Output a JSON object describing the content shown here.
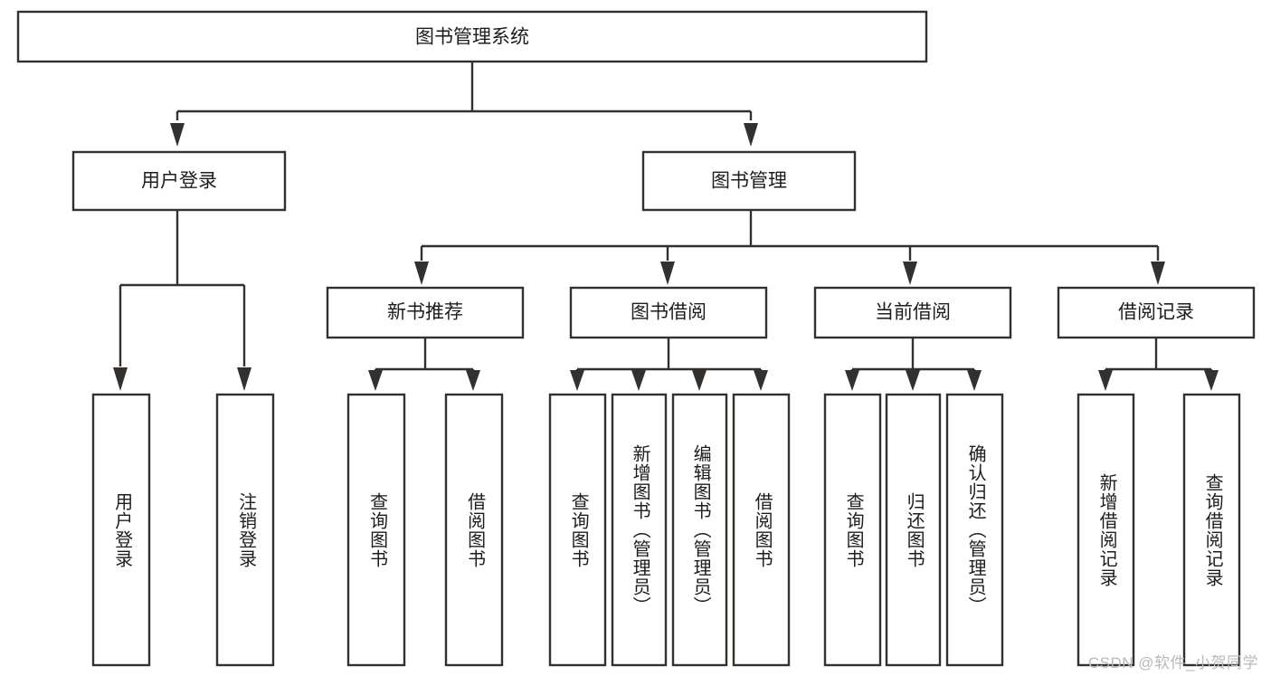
{
  "diagram": {
    "title": "图书管理系统",
    "type": "tree",
    "watermark": "CSDN @软件_小贺同学",
    "colors": {
      "stroke": "#33302e",
      "fill": "#ffffff",
      "text": "#1d1d1d",
      "watermark": "#b9b9b9"
    },
    "levels": {
      "root": {
        "label": "图书管理系统"
      },
      "level2": [
        {
          "id": "user-login",
          "label": "用户登录"
        },
        {
          "id": "book-manage",
          "label": "图书管理"
        }
      ],
      "level3": [
        {
          "id": "new-book-recommend",
          "label": "新书推荐",
          "parent": "book-manage"
        },
        {
          "id": "book-borrow",
          "label": "图书借阅",
          "parent": "book-manage"
        },
        {
          "id": "current-borrow",
          "label": "当前借阅",
          "parent": "book-manage"
        },
        {
          "id": "borrow-record",
          "label": "借阅记录",
          "parent": "book-manage"
        }
      ],
      "leaves": [
        {
          "id": "leaf-user-login",
          "label": "用户登录",
          "parent": "user-login"
        },
        {
          "id": "leaf-logout-login",
          "label": "注销登录",
          "parent": "user-login"
        },
        {
          "id": "leaf-query-book-1",
          "label": "查询图书",
          "parent": "new-book-recommend"
        },
        {
          "id": "leaf-borrow-book-1",
          "label": "借阅图书",
          "parent": "new-book-recommend"
        },
        {
          "id": "leaf-query-book-2",
          "label": "查询图书",
          "parent": "book-borrow"
        },
        {
          "id": "leaf-add-book",
          "label": "新增图书（管理员）",
          "parent": "book-borrow"
        },
        {
          "id": "leaf-edit-book",
          "label": "编辑图书（管理员）",
          "parent": "book-borrow"
        },
        {
          "id": "leaf-borrow-book-2",
          "label": "借阅图书",
          "parent": "book-borrow"
        },
        {
          "id": "leaf-query-book-3",
          "label": "查询图书",
          "parent": "current-borrow"
        },
        {
          "id": "leaf-return-book",
          "label": "归还图书",
          "parent": "current-borrow"
        },
        {
          "id": "leaf-confirm-return",
          "label": "确认归还（管理员）",
          "parent": "current-borrow"
        },
        {
          "id": "leaf-add-record",
          "label": "新增借阅记录",
          "parent": "borrow-record"
        },
        {
          "id": "leaf-query-record",
          "label": "查询借阅记录",
          "parent": "borrow-record"
        }
      ]
    }
  }
}
